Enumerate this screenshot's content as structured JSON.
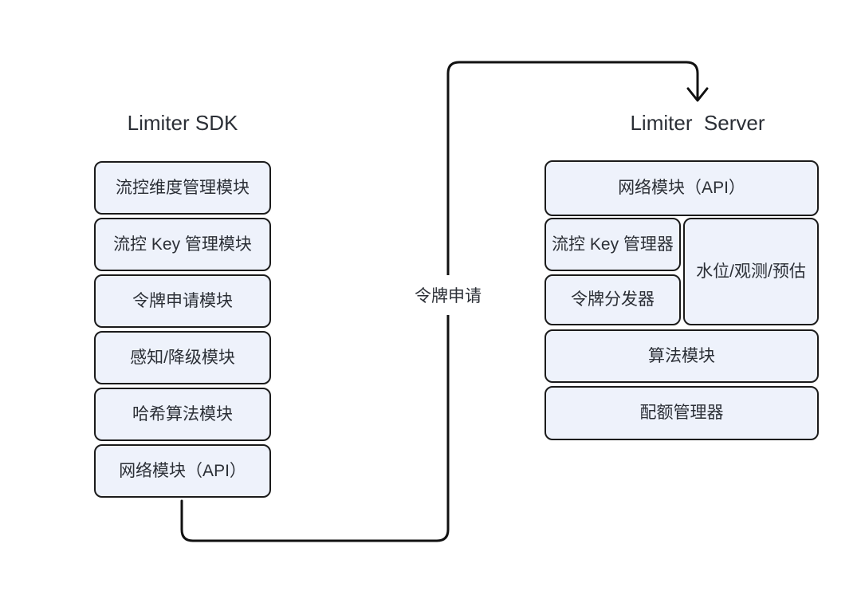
{
  "diagram": {
    "sdk": {
      "title": "Limiter SDK",
      "modules": [
        "流控维度管理模块",
        "流控 Key 管理模块",
        "令牌申请模块",
        "感知/降级模块",
        "哈希算法模块",
        "网络模块（API）"
      ]
    },
    "server": {
      "title": "Limiter  Server",
      "network_module": "网络模块（API）",
      "flow_key_manager": "流控 Key 管理器",
      "token_dispatcher": "令牌分发器",
      "watermark_observe_estimate": "水位/观测/预估",
      "algorithm_module": "算法模块",
      "quota_manager": "配额管理器"
    },
    "arrow": {
      "label": "令牌申请"
    },
    "colors": {
      "background": "#ffffff",
      "node_fill": "#eef2fb",
      "node_border": "#1b1b1b",
      "text": "#2b2f36",
      "arrow": "#111111"
    }
  }
}
